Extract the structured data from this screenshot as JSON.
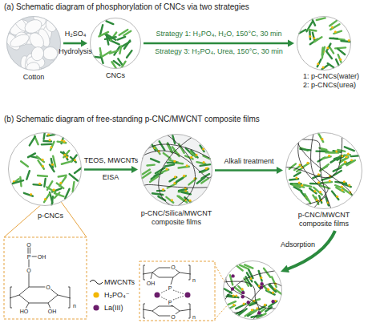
{
  "diagram": {
    "nodes": [
      {
        "text": [
          "Cotton"
        ]
      },
      {
        "text": [
          "CNCs"
        ]
      },
      {
        "text": [
          "1: p-CNCs(water)",
          "2: p-CNCs(urea)"
        ]
      },
      {
        "text": [
          "p-CNCs"
        ]
      },
      {
        "text": [
          "p-CNC/Silica/MWCNT composite films"
        ]
      },
      {
        "text": [
          "p-CNC/MWCNT composite films"
        ]
      }
    ],
    "edges": [
      {
        "from": 0,
        "to": 1,
        "arrow": "to",
        "label": "H₂SO₄"
      },
      {
        "from": 1,
        "to": 2,
        "arrow": "to",
        "label": "Strategy 1: H₃PO₄, H₂O, 150°C, 30 min"
      },
      {
        "from": 3,
        "to": 4,
        "arrow": "to",
        "label": "TEOS, MWCNTs"
      },
      {
        "from": 4,
        "to": 5,
        "arrow": "to",
        "label": "Alkali treatment"
      }
    ],
    "labels": [
      "(a) Schematic diagram of phosphorylation of CNCs via two strategies",
      "Hydrolysis",
      "Strategy 3: H₃PO₄, Urea, 150°C, 30 min",
      "(b) Schematic diagram of free-standing p-CNC/MWCNT composite films",
      "EISA",
      "Adsorption",
      "O",
      "O",
      "P",
      "O",
      "OH",
      "HO",
      "OH",
      "n",
      "O",
      "OH",
      "P",
      "P",
      "O",
      "n",
      "n"
    ],
    "legend": [
      {
        "text": "MWCNTs"
      },
      {
        "text": "H₂PO₄⁻",
        "color": "#f2b705"
      },
      {
        "text": "La(III)",
        "color": "#6b1d6b"
      }
    ]
  }
}
